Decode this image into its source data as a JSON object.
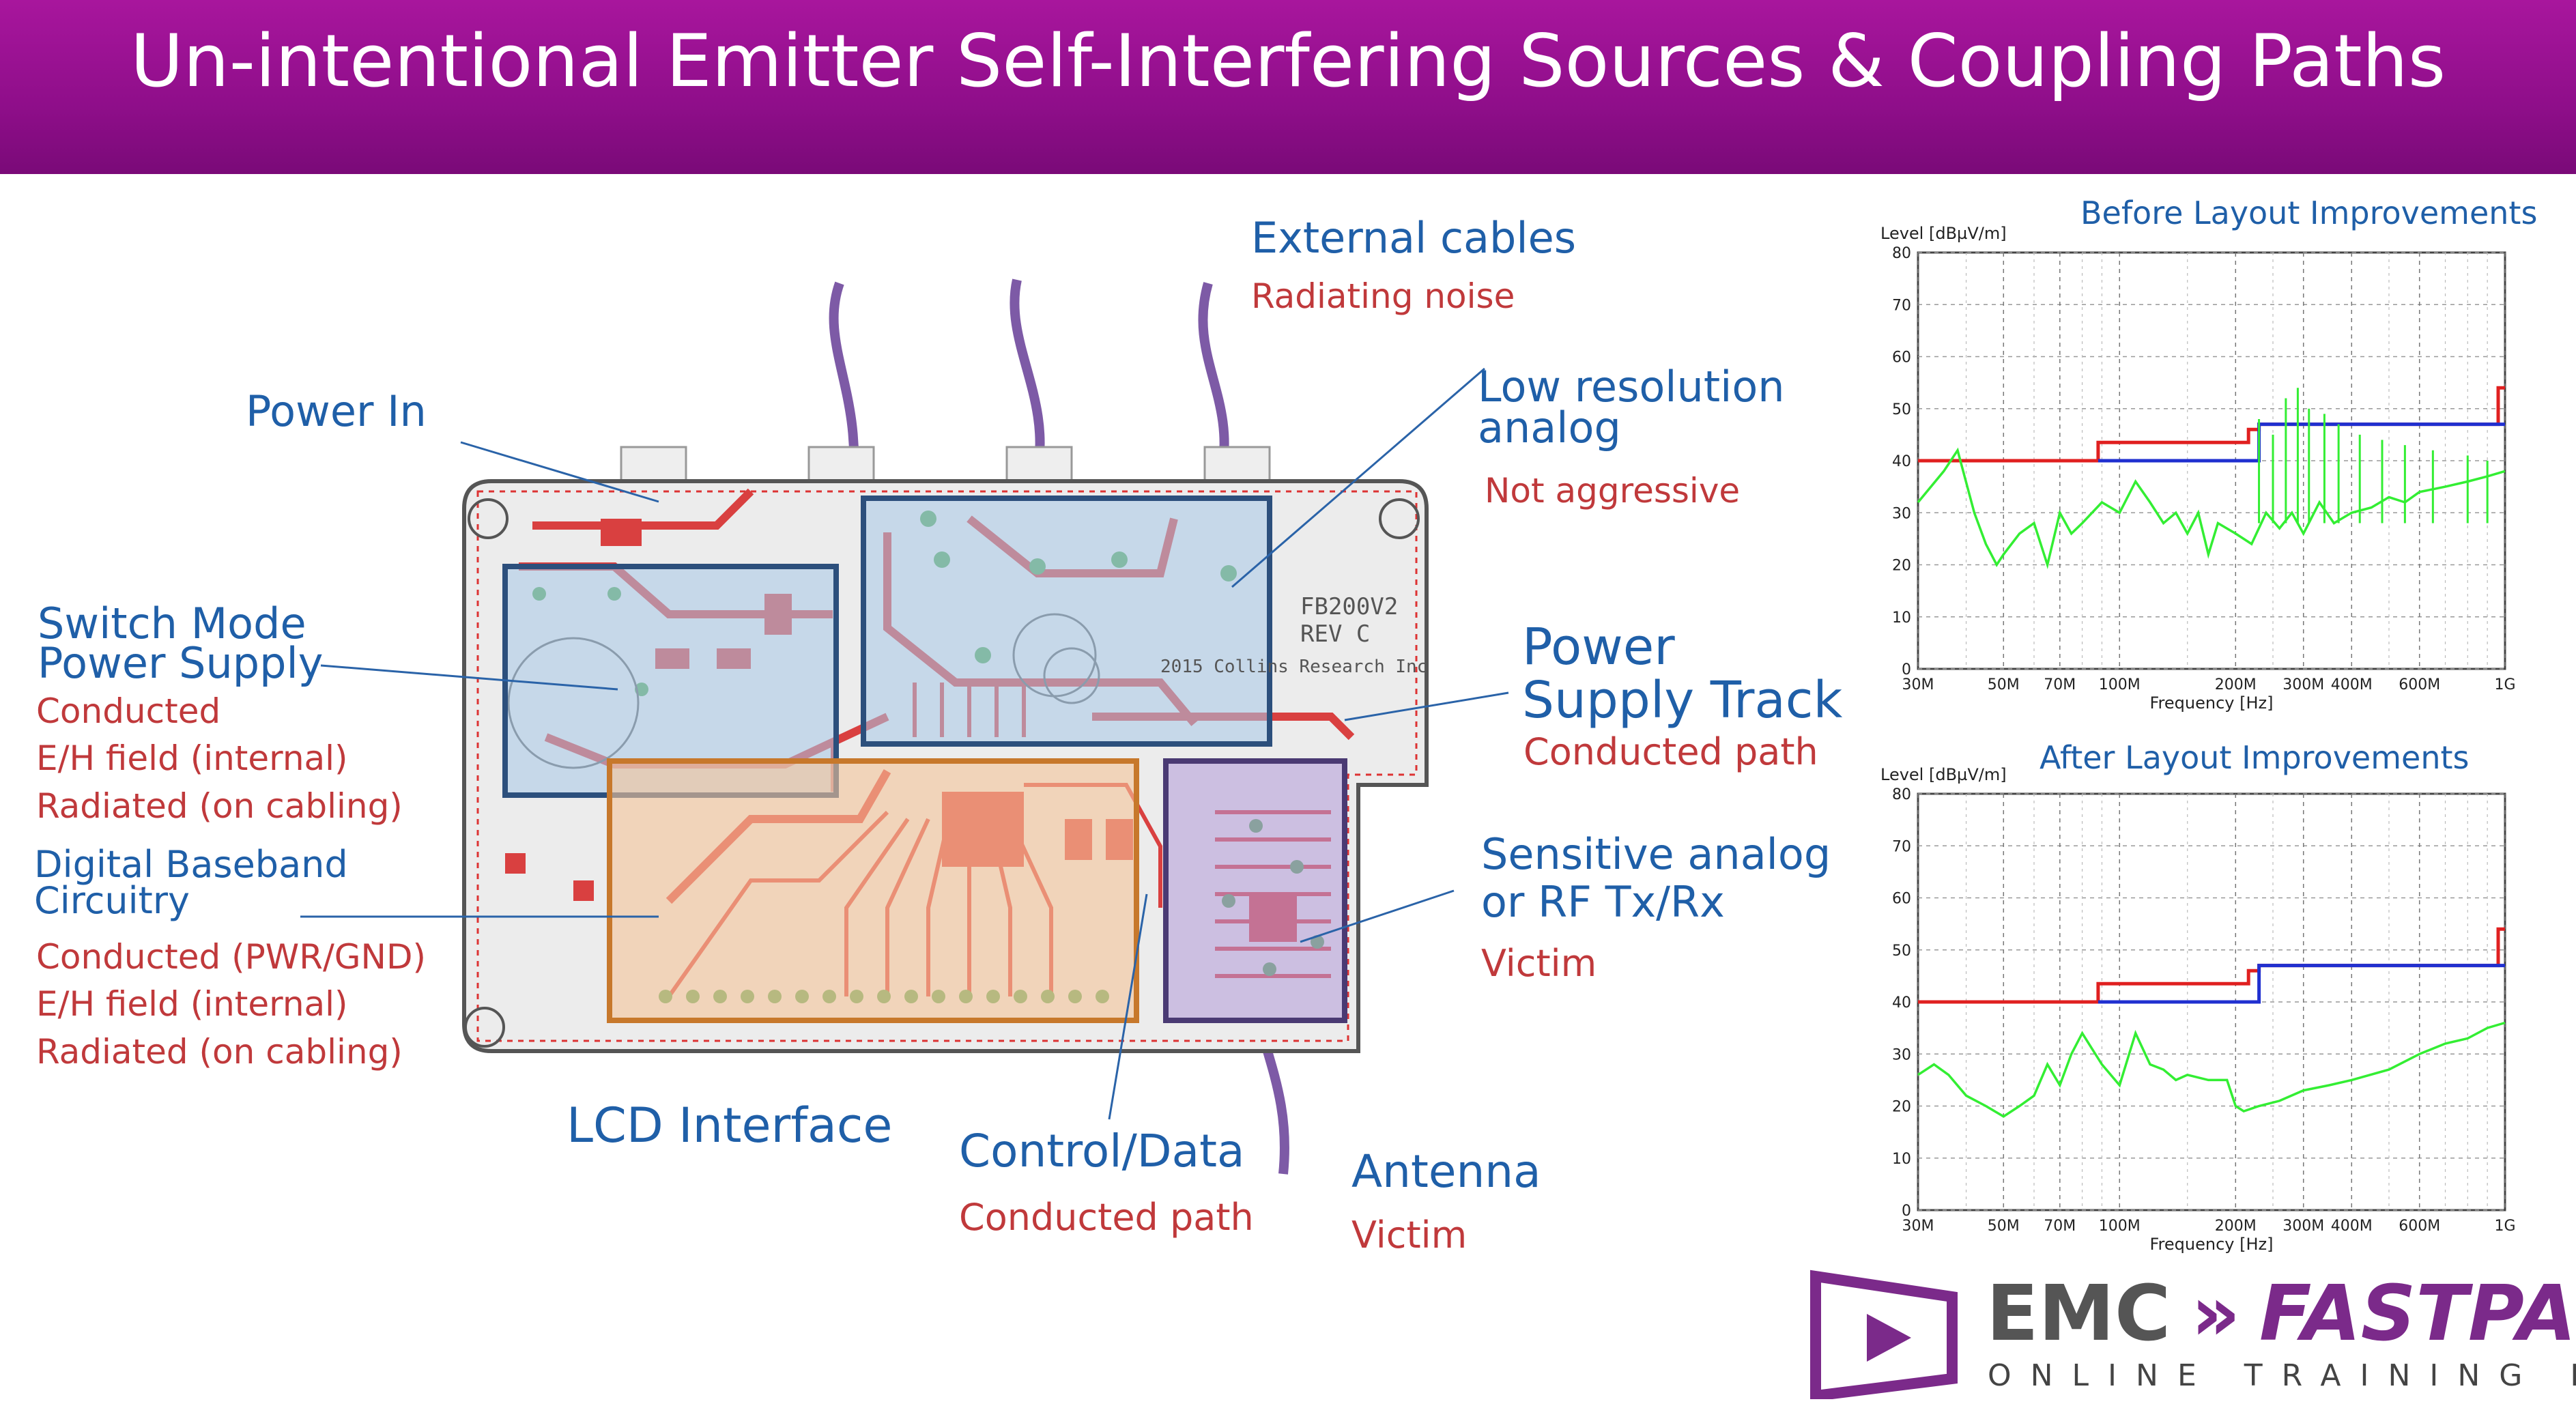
{
  "title": "Un-intentional Emitter Self-Interfering Sources & Coupling Paths",
  "labels": {
    "external_cables": "External cables",
    "radiating_noise": "Radiating noise",
    "power_in": "Power In",
    "low_res_1": "Low resolution",
    "low_res_2": "analog",
    "not_aggressive": "Not aggressive",
    "smps_1": "Switch Mode",
    "smps_2": "Power Supply",
    "conducted": "Conducted",
    "eh_field_1": "E/H field (internal)",
    "radiated_1": "Radiated (on cabling)",
    "power_1": "Power",
    "power_2": "Supply Track",
    "conducted_path_1": "Conducted path",
    "digital_1": "Digital Baseband",
    "digital_2": "Circuitry",
    "conducted_pwr": "Conducted (PWR/GND)",
    "eh_field_2": "E/H field (internal)",
    "radiated_2": "Radiated (on cabling)",
    "sensitive_1": "Sensitive analog",
    "sensitive_2": "or RF Tx/Rx",
    "victim_1": "Victim",
    "lcd": "LCD Interface",
    "control_data": "Control/Data",
    "conducted_path_2": "Conducted path",
    "antenna": "Antenna",
    "victim_2": "Victim"
  },
  "pcb": {
    "silk_1": "FB200V2",
    "silk_2": "REV C",
    "silk_3": "2015 Collins Research Inc"
  },
  "charts": {
    "before_title": "Before Layout Improvements",
    "after_title": "After Layout Improvements",
    "ylabel": "Level [dBµV/m]",
    "xlabel": "Frequency [Hz]",
    "yticks": [
      "0",
      "10",
      "20",
      "30",
      "40",
      "50",
      "60",
      "70",
      "80"
    ],
    "xticks": [
      "30M",
      "50M",
      "70M",
      "100M",
      "200M",
      "300M",
      "400M",
      "600M",
      "1G"
    ]
  },
  "chart_data": [
    {
      "type": "line",
      "title": "Before Layout Improvements",
      "xlabel": "Frequency [Hz]",
      "ylabel": "Level [dBµV/m]",
      "ylim": [
        0,
        80
      ],
      "xlim": [
        30,
        1000
      ],
      "xscale": "log",
      "grid": true,
      "series": [
        {
          "color": "#e02020",
          "x": [
            30,
            88,
            88,
            216,
            216,
            230,
            230,
            960,
            960,
            1000
          ],
          "y": [
            40,
            40,
            43.5,
            43.5,
            46,
            46,
            47,
            47,
            54,
            54
          ]
        },
        {
          "color": "#2030d0",
          "x": [
            88,
            230,
            230,
            1000
          ],
          "y": [
            40,
            40,
            47,
            47
          ]
        },
        {
          "color": "#33ee33",
          "x": [
            30,
            35,
            38,
            42,
            45,
            48,
            50,
            55,
            60,
            65,
            70,
            75,
            80,
            90,
            100,
            110,
            120,
            130,
            140,
            150,
            160,
            170,
            180,
            200,
            220,
            240,
            260,
            280,
            300,
            330,
            360,
            400,
            450,
            500,
            550,
            600,
            700,
            800,
            900,
            1000
          ],
          "y": [
            32,
            38,
            42,
            30,
            24,
            20,
            22,
            26,
            28,
            20,
            30,
            26,
            28,
            32,
            30,
            36,
            32,
            28,
            30,
            26,
            30,
            22,
            28,
            26,
            24,
            30,
            27,
            30,
            26,
            32,
            28,
            30,
            31,
            33,
            32,
            34,
            35,
            36,
            37,
            38
          ]
        }
      ]
    },
    {
      "type": "line",
      "title": "After Layout Improvements",
      "xlabel": "Frequency [Hz]",
      "ylabel": "Level [dBµV/m]",
      "ylim": [
        0,
        80
      ],
      "xlim": [
        30,
        1000
      ],
      "xscale": "log",
      "grid": true,
      "series": [
        {
          "color": "#e02020",
          "x": [
            30,
            88,
            88,
            216,
            216,
            230,
            230,
            960,
            960,
            1000
          ],
          "y": [
            40,
            40,
            43.5,
            43.5,
            46,
            46,
            47,
            47,
            54,
            54
          ]
        },
        {
          "color": "#2030d0",
          "x": [
            88,
            230,
            230,
            1000
          ],
          "y": [
            40,
            40,
            47,
            47
          ]
        },
        {
          "color": "#33ee33",
          "x": [
            30,
            33,
            36,
            40,
            45,
            50,
            55,
            60,
            65,
            70,
            75,
            80,
            90,
            100,
            110,
            120,
            130,
            140,
            150,
            170,
            190,
            200,
            210,
            230,
            260,
            300,
            350,
            400,
            500,
            600,
            700,
            800,
            900,
            1000
          ],
          "y": [
            26,
            28,
            26,
            22,
            20,
            18,
            20,
            22,
            28,
            24,
            30,
            34,
            28,
            24,
            34,
            28,
            27,
            25,
            26,
            25,
            25,
            20,
            19,
            20,
            21,
            23,
            24,
            25,
            27,
            30,
            32,
            33,
            35,
            36
          ]
        }
      ]
    }
  ]
}
